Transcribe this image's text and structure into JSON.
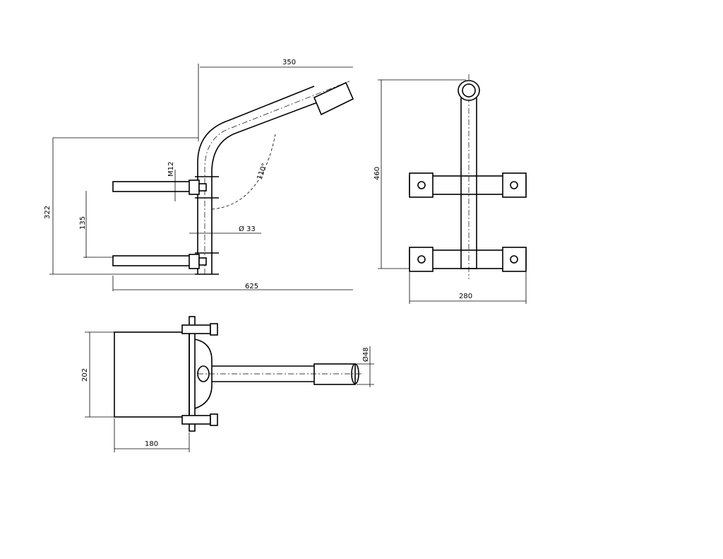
{
  "drawing": {
    "side_view": {
      "width_top": "350",
      "height_total": "322",
      "bracket_spacing": "135",
      "bolt": "M12",
      "angle": "110°",
      "tube_diameter": "Ø 33",
      "overall_length": "625"
    },
    "front_view": {
      "height": "460",
      "width": "280"
    },
    "top_view": {
      "plate_width": "202",
      "plate_depth": "180",
      "tube_diameter": "Ø48"
    }
  }
}
